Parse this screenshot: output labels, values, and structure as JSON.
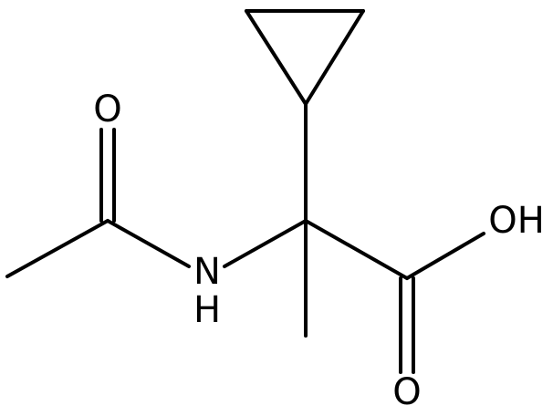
{
  "molecule": {
    "atoms": {
      "carbonyl_o_left": "O",
      "nitrogen": "N",
      "nitrogen_h": "H",
      "hydroxyl": "OH",
      "carbonyl_o_right": "O"
    }
  },
  "colors": {
    "bond": "#000000",
    "label": "#000000",
    "background": "#ffffff"
  }
}
